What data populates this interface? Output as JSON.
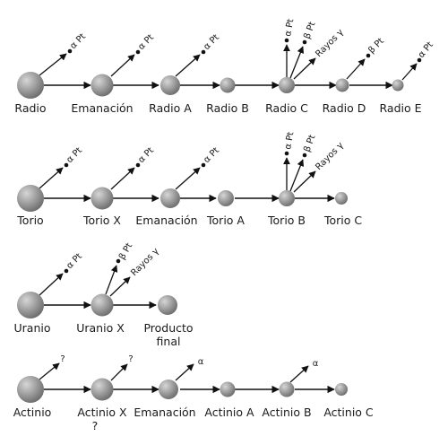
{
  "labels": {
    "r1": [
      "Radio",
      "Emanación",
      "Radio A",
      "Radio B",
      "Radio C",
      "Radio D",
      "Radio E"
    ],
    "r2": [
      "Torio",
      "Torio X",
      "Emanación",
      "Torio A",
      "Torio B",
      "Torio C"
    ],
    "r3_0": "Uranio",
    "r3_1": "Uranio X",
    "r3_2a": "Producto",
    "r3_2b": "final",
    "r4": [
      "Actinio",
      "Actinio X",
      "Emanación",
      "Actinio A",
      "Actinio B",
      "Actinio C"
    ],
    "r4_q": "?"
  },
  "emissions": {
    "alpha": "α Pt",
    "beta": "β Pt",
    "gamma": "Rayos γ",
    "alpha_short": "α",
    "unknown": "?"
  },
  "colors": {
    "arrow": "#111111",
    "ball_light": "#d6d6d6",
    "ball_dark": "#6f6f6f"
  }
}
